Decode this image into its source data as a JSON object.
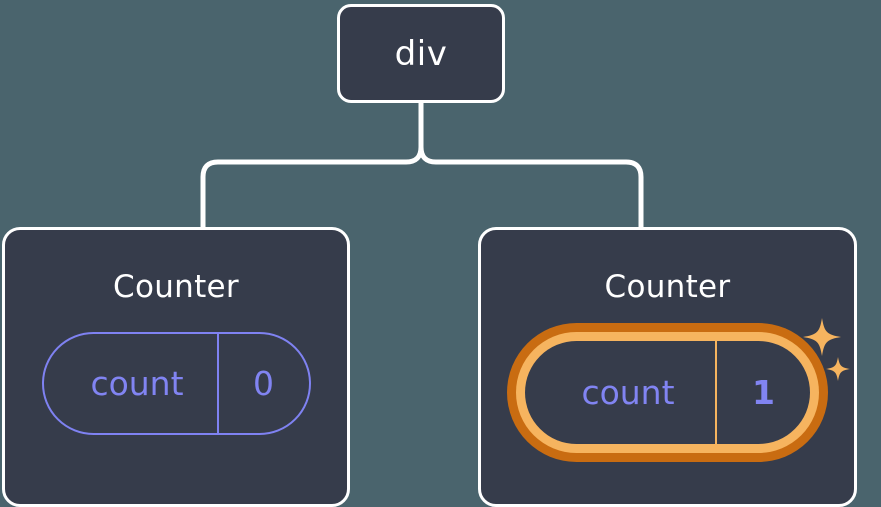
{
  "diagram": {
    "type": "component-tree",
    "background_color": "#4a646d",
    "node_fill_color": "#363c4b",
    "node_border_color": "#ffffff",
    "connector_color": "#ffffff",
    "state_color": "#8184f2",
    "highlight_color_outer": "#c96c11",
    "highlight_color_inner": "#f6b45f",
    "sparkle_color": "#f6b45f"
  },
  "root": {
    "label": "div"
  },
  "children": [
    {
      "title": "Counter",
      "state": {
        "key": "count",
        "value": "0"
      },
      "highlighted": false
    },
    {
      "title": "Counter",
      "state": {
        "key": "count",
        "value": "1"
      },
      "highlighted": true
    }
  ],
  "icons": {
    "sparkle_large": "sparkle-icon",
    "sparkle_small": "sparkle-icon"
  }
}
